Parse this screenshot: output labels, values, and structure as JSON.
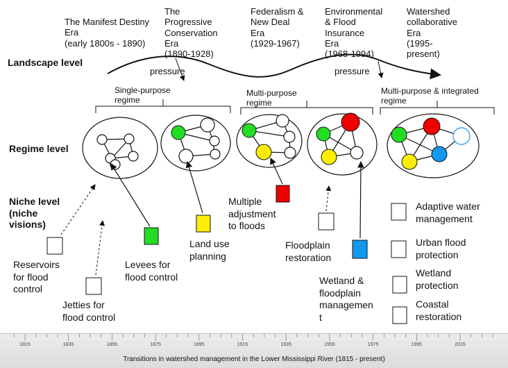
{
  "eras": [
    "The Manifest Destiny\nEra\n(early 1800s - 1890)",
    "The\nProgressive\n Conservation\nEra\n(1890-1928)",
    "Federalism &\nNew Deal\nEra\n(1929-1967)",
    "Environmental\n& Flood\nInsurance\nEra\n(1968-1994)",
    "Watershed\ncollaborative\nEra\n (1995-\npresent)"
  ],
  "levels": {
    "landscape": "Landscape level",
    "regime": "Regime level",
    "niche": "Niche level\n(niche\nvisions)"
  },
  "pressure_labels": [
    "pressure",
    "pressure"
  ],
  "regime_groups": [
    "Single-purpose\nregime",
    "Multi-purpose\nregime",
    "Multi-purpose & integrated\nregime"
  ],
  "niches": [
    {
      "label": "Reservoirs\n for flood\ncontrol",
      "color": "#ffffff"
    },
    {
      "label": "Jetties for\nflood control",
      "color": "#ffffff"
    },
    {
      "label": "Levees for\nflood control",
      "color": "#22dd22"
    },
    {
      "label": "Land use\nplanning",
      "color": "#ffee00"
    },
    {
      "label": "Multiple\nadjustment\nto floods",
      "color": "#ee0000"
    },
    {
      "label": "Floodplain\nrestoration",
      "color": "#ffffff"
    },
    {
      "label": "Wetland &\nfloodplain\nmanagemen\nt",
      "color": "#1199ee"
    }
  ],
  "legend": [
    "Adaptive water\nmanagement",
    "Urban flood\nprotection",
    "Wetland\nprotection",
    "Coastal\nrestoration"
  ],
  "timeline": {
    "ticks": [
      "1815",
      "1835",
      "1855",
      "1875",
      "1895",
      "1915",
      "1935",
      "1955",
      "1975",
      "1995",
      "2015"
    ],
    "caption": "Transitions in watershed management in the Lower Mississippi River (1815 - present)"
  },
  "colors": {
    "green": "#22dd22",
    "yellow": "#ffee00",
    "red": "#ee0000",
    "blue": "#1199ee",
    "white": "#ffffff"
  }
}
